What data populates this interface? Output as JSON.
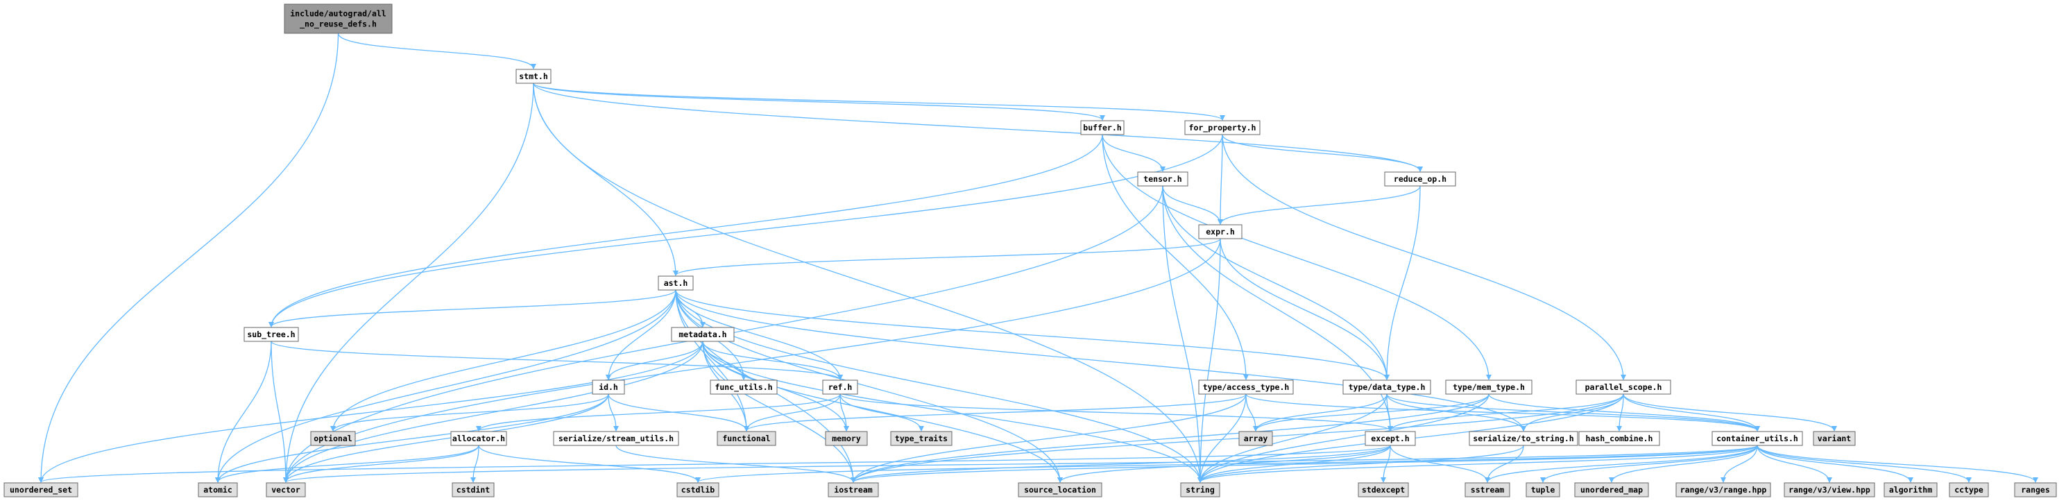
{
  "colors": {
    "edge": "#63b8ff",
    "root_fill": "#999999",
    "header_fill": "#ffffff",
    "system_fill": "#e0e0e0",
    "border": "#666666",
    "text": "#000000"
  },
  "nodes": [
    {
      "id": "root",
      "kind": "root",
      "lines": [
        "include/autograd/all",
        "_no_reuse_defs.h"
      ]
    },
    {
      "id": "stmt",
      "kind": "header",
      "lines": [
        "stmt.h"
      ]
    },
    {
      "id": "buffer",
      "kind": "header",
      "lines": [
        "buffer.h"
      ]
    },
    {
      "id": "forprop",
      "kind": "header",
      "lines": [
        "for_property.h"
      ]
    },
    {
      "id": "tensor",
      "kind": "header",
      "lines": [
        "tensor.h"
      ]
    },
    {
      "id": "reduceop",
      "kind": "header",
      "lines": [
        "reduce_op.h"
      ]
    },
    {
      "id": "expr",
      "kind": "header",
      "lines": [
        "expr.h"
      ]
    },
    {
      "id": "ast",
      "kind": "header",
      "lines": [
        "ast.h"
      ]
    },
    {
      "id": "subtree",
      "kind": "header",
      "lines": [
        "sub_tree.h"
      ]
    },
    {
      "id": "metadata",
      "kind": "header",
      "lines": [
        "metadata.h"
      ]
    },
    {
      "id": "id",
      "kind": "header",
      "lines": [
        "id.h"
      ]
    },
    {
      "id": "funcutils",
      "kind": "header",
      "lines": [
        "func_utils.h"
      ]
    },
    {
      "id": "ref",
      "kind": "header",
      "lines": [
        "ref.h"
      ]
    },
    {
      "id": "accesstype",
      "kind": "header",
      "lines": [
        "type/access_type.h"
      ]
    },
    {
      "id": "datatype",
      "kind": "header",
      "lines": [
        "type/data_type.h"
      ]
    },
    {
      "id": "memtype",
      "kind": "header",
      "lines": [
        "type/mem_type.h"
      ]
    },
    {
      "id": "parscope",
      "kind": "header",
      "lines": [
        "parallel_scope.h"
      ]
    },
    {
      "id": "allocator",
      "kind": "header",
      "lines": [
        "allocator.h"
      ]
    },
    {
      "id": "streamutils",
      "kind": "header",
      "lines": [
        "serialize/stream_utils.h"
      ]
    },
    {
      "id": "except",
      "kind": "header",
      "lines": [
        "except.h"
      ]
    },
    {
      "id": "tostring",
      "kind": "header",
      "lines": [
        "serialize/to_string.h"
      ]
    },
    {
      "id": "hashcombine",
      "kind": "header",
      "lines": [
        "hash_combine.h"
      ]
    },
    {
      "id": "containerutils",
      "kind": "header",
      "lines": [
        "container_utils.h"
      ]
    },
    {
      "id": "optional",
      "kind": "system",
      "lines": [
        "optional"
      ]
    },
    {
      "id": "functional",
      "kind": "system",
      "lines": [
        "functional"
      ]
    },
    {
      "id": "memory",
      "kind": "system",
      "lines": [
        "memory"
      ]
    },
    {
      "id": "typetraits",
      "kind": "system",
      "lines": [
        "type_traits"
      ]
    },
    {
      "id": "array",
      "kind": "system",
      "lines": [
        "array"
      ]
    },
    {
      "id": "variant",
      "kind": "system",
      "lines": [
        "variant"
      ]
    },
    {
      "id": "unorderedset",
      "kind": "system",
      "lines": [
        "unordered_set"
      ]
    },
    {
      "id": "atomic",
      "kind": "system",
      "lines": [
        "atomic"
      ]
    },
    {
      "id": "vector",
      "kind": "system",
      "lines": [
        "vector"
      ]
    },
    {
      "id": "cstdint",
      "kind": "system",
      "lines": [
        "cstdint"
      ]
    },
    {
      "id": "cstdlib",
      "kind": "system",
      "lines": [
        "cstdlib"
      ]
    },
    {
      "id": "iostream",
      "kind": "system",
      "lines": [
        "iostream"
      ]
    },
    {
      "id": "sourcelocation",
      "kind": "system",
      "lines": [
        "source_location"
      ]
    },
    {
      "id": "string",
      "kind": "system",
      "lines": [
        "string"
      ]
    },
    {
      "id": "stdexcept",
      "kind": "system",
      "lines": [
        "stdexcept"
      ]
    },
    {
      "id": "sstream",
      "kind": "system",
      "lines": [
        "sstream"
      ]
    },
    {
      "id": "tuple",
      "kind": "system",
      "lines": [
        "tuple"
      ]
    },
    {
      "id": "unorderedmap",
      "kind": "system",
      "lines": [
        "unordered_map"
      ]
    },
    {
      "id": "rangehpp",
      "kind": "system",
      "lines": [
        "range/v3/range.hpp"
      ]
    },
    {
      "id": "viewhpp",
      "kind": "system",
      "lines": [
        "range/v3/view.hpp"
      ]
    },
    {
      "id": "algorithm",
      "kind": "system",
      "lines": [
        "algorithm"
      ]
    },
    {
      "id": "cctype",
      "kind": "system",
      "lines": [
        "cctype"
      ]
    },
    {
      "id": "ranges",
      "kind": "system",
      "lines": [
        "ranges"
      ]
    }
  ],
  "edges": [
    [
      "root",
      "stmt"
    ],
    [
      "root",
      "unorderedset"
    ],
    [
      "stmt",
      "ast"
    ],
    [
      "stmt",
      "buffer"
    ],
    [
      "stmt",
      "forprop"
    ],
    [
      "stmt",
      "reduceop"
    ],
    [
      "stmt",
      "string"
    ],
    [
      "stmt",
      "vector"
    ],
    [
      "buffer",
      "tensor"
    ],
    [
      "buffer",
      "accesstype"
    ],
    [
      "buffer",
      "memtype"
    ],
    [
      "buffer",
      "subtree"
    ],
    [
      "forprop",
      "expr"
    ],
    [
      "forprop",
      "reduceop"
    ],
    [
      "forprop",
      "parscope"
    ],
    [
      "forprop",
      "subtree"
    ],
    [
      "tensor",
      "expr"
    ],
    [
      "tensor",
      "datatype"
    ],
    [
      "tensor",
      "except"
    ],
    [
      "tensor",
      "string"
    ],
    [
      "tensor",
      "vector"
    ],
    [
      "reduceop",
      "expr"
    ],
    [
      "reduceop",
      "datatype"
    ],
    [
      "expr",
      "ast"
    ],
    [
      "expr",
      "datatype"
    ],
    [
      "expr",
      "string"
    ],
    [
      "expr",
      "vector"
    ],
    [
      "ast",
      "subtree"
    ],
    [
      "ast",
      "metadata"
    ],
    [
      "ast",
      "id"
    ],
    [
      "ast",
      "ref"
    ],
    [
      "ast",
      "funcutils"
    ],
    [
      "ast",
      "datatype"
    ],
    [
      "ast",
      "tostring"
    ],
    [
      "ast",
      "optional"
    ],
    [
      "ast",
      "functional"
    ],
    [
      "ast",
      "atomic"
    ],
    [
      "ast",
      "iostream"
    ],
    [
      "ast",
      "sourcelocation"
    ],
    [
      "ast",
      "string"
    ],
    [
      "subtree",
      "ref"
    ],
    [
      "subtree",
      "atomic"
    ],
    [
      "subtree",
      "vector"
    ],
    [
      "metadata",
      "id"
    ],
    [
      "metadata",
      "ref"
    ],
    [
      "metadata",
      "funcutils"
    ],
    [
      "metadata",
      "functional"
    ],
    [
      "metadata",
      "iostream"
    ],
    [
      "metadata",
      "sourcelocation"
    ],
    [
      "metadata",
      "string"
    ],
    [
      "metadata",
      "unorderedset"
    ],
    [
      "metadata",
      "vector"
    ],
    [
      "metadata",
      "memory"
    ],
    [
      "id",
      "streamutils"
    ],
    [
      "id",
      "functional"
    ],
    [
      "id",
      "optional"
    ],
    [
      "id",
      "atomic"
    ],
    [
      "id",
      "vector"
    ],
    [
      "ref",
      "allocator"
    ],
    [
      "ref",
      "except"
    ],
    [
      "ref",
      "memory"
    ],
    [
      "ref",
      "typetraits"
    ],
    [
      "ref",
      "functional"
    ],
    [
      "accesstype",
      "containerutils"
    ],
    [
      "accesstype",
      "array"
    ],
    [
      "accesstype",
      "functional"
    ],
    [
      "accesstype",
      "iostream"
    ],
    [
      "accesstype",
      "string"
    ],
    [
      "datatype",
      "except"
    ],
    [
      "datatype",
      "tostring"
    ],
    [
      "datatype",
      "containerutils"
    ],
    [
      "datatype",
      "array"
    ],
    [
      "datatype",
      "string"
    ],
    [
      "memtype",
      "containerutils"
    ],
    [
      "memtype",
      "array"
    ],
    [
      "memtype",
      "iostream"
    ],
    [
      "memtype",
      "string"
    ],
    [
      "parscope",
      "except"
    ],
    [
      "parscope",
      "tostring"
    ],
    [
      "parscope",
      "hashcombine"
    ],
    [
      "parscope",
      "containerutils"
    ],
    [
      "parscope",
      "variant"
    ],
    [
      "parscope",
      "iostream"
    ],
    [
      "parscope",
      "string"
    ],
    [
      "allocator",
      "cstdint"
    ],
    [
      "allocator",
      "cstdlib"
    ],
    [
      "allocator",
      "atomic"
    ],
    [
      "allocator",
      "vector"
    ],
    [
      "streamutils",
      "iostream"
    ],
    [
      "except",
      "stdexcept"
    ],
    [
      "except",
      "sstream"
    ],
    [
      "except",
      "sourcelocation"
    ],
    [
      "except",
      "iostream"
    ],
    [
      "except",
      "string"
    ],
    [
      "except",
      "unorderedset"
    ],
    [
      "tostring",
      "sstream"
    ],
    [
      "tostring",
      "string"
    ],
    [
      "containerutils",
      "cstdlib"
    ],
    [
      "containerutils",
      "iostream"
    ],
    [
      "containerutils",
      "string"
    ],
    [
      "containerutils",
      "sstream"
    ],
    [
      "containerutils",
      "tuple"
    ],
    [
      "containerutils",
      "unorderedmap"
    ],
    [
      "containerutils",
      "rangehpp"
    ],
    [
      "containerutils",
      "viewhpp"
    ],
    [
      "containerutils",
      "algorithm"
    ],
    [
      "containerutils",
      "cctype"
    ],
    [
      "containerutils",
      "ranges"
    ],
    [
      "containerutils",
      "vector"
    ]
  ]
}
